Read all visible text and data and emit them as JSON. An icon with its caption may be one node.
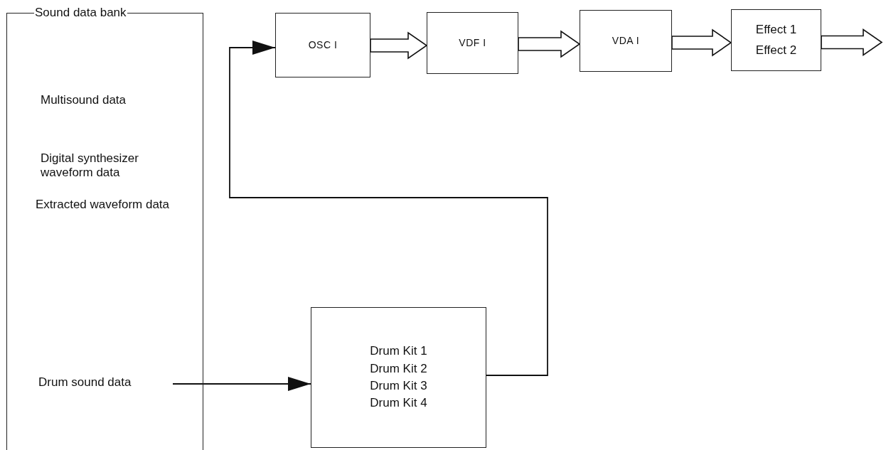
{
  "diagram": {
    "nodes": [
      {
        "text": [
          "Sound data bank"
        ]
      },
      {
        "text": [
          "Drum sound data"
        ],
        "in": 0
      },
      {
        "text": [
          "OSC I"
        ]
      },
      {
        "text": [
          "VDF I"
        ]
      },
      {
        "text": [
          "VDA I"
        ]
      },
      {
        "text": [
          "Effect 1",
          "Effect 2"
        ]
      },
      {
        "text": [
          "Drum Kit 1",
          "Drum Kit 2",
          "Drum Kit 3",
          "Drum Kit 4"
        ]
      }
    ],
    "edges": [
      {
        "from": 1,
        "to": 6,
        "arrow": "to"
      },
      {
        "from": 6,
        "to": 2,
        "arrow": "to"
      },
      {
        "from": 2,
        "to": 3,
        "arrow": "to",
        "style": "thick"
      },
      {
        "from": 3,
        "to": 4,
        "arrow": "to",
        "style": "thick"
      },
      {
        "from": 4,
        "to": 5,
        "arrow": "to",
        "style": "thick"
      },
      {
        "from": 5,
        "to": null,
        "arrow": "to",
        "style": "thick"
      }
    ],
    "labels": [
      "Multisound data",
      "Digital synthesizer waveform data",
      "Extracted waveform data"
    ]
  }
}
